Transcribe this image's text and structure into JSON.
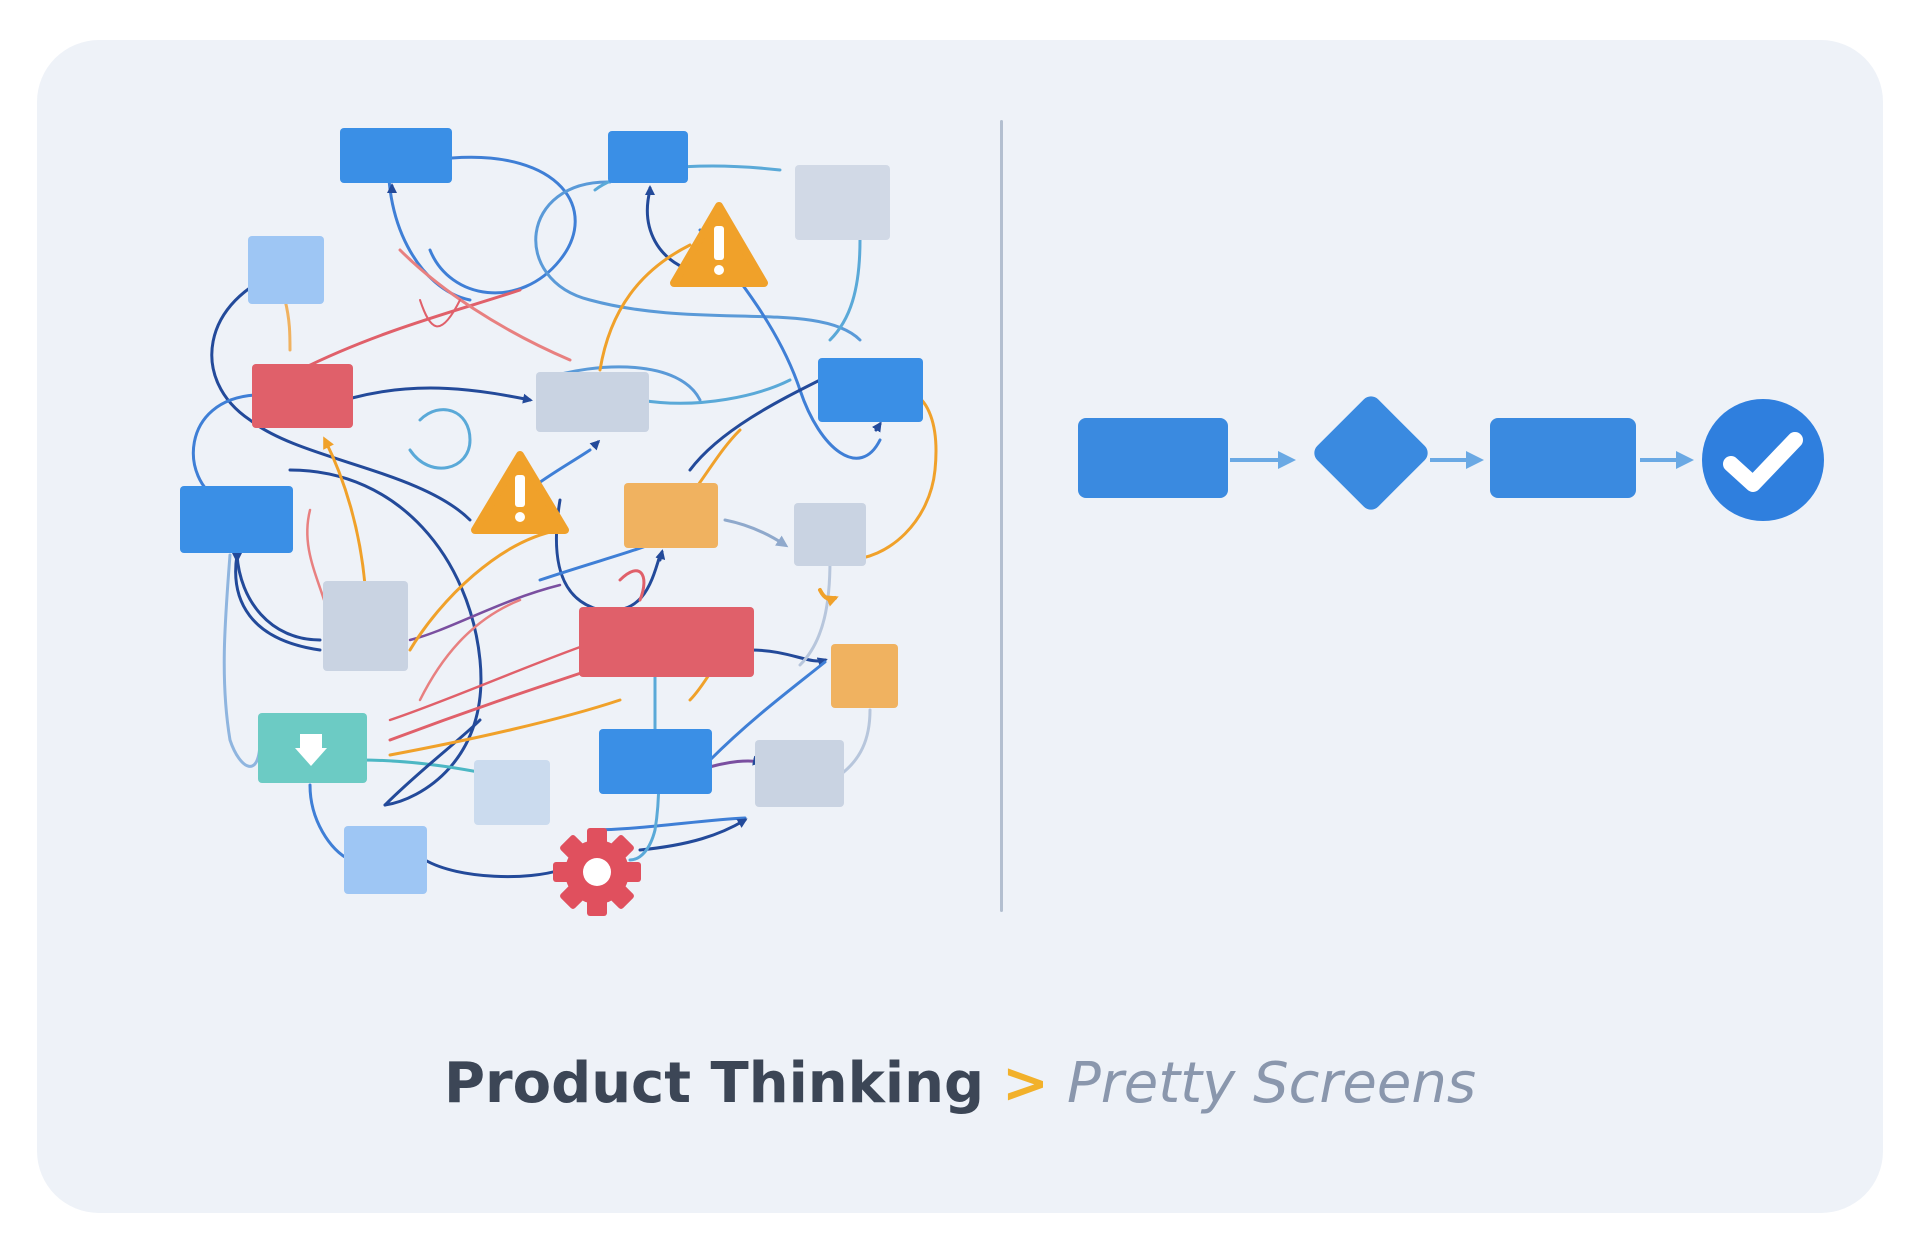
{
  "caption": {
    "lead": "Product Thinking",
    "separator": ">",
    "tail": "Pretty Screens"
  },
  "colors": {
    "background": "#eef2f8",
    "blue": "#3a8fe6",
    "light_blue": "#9ec6f4",
    "gray": "#c9d3e2",
    "red": "#e0606a",
    "orange": "#f0b260",
    "amber": "#f0a12a",
    "teal": "#6ccbc4",
    "navy": "#234a9a",
    "caption_dark": "#3c4656",
    "caption_muted": "#8a97ad",
    "separator": "#f2b12b"
  },
  "chaos_side": {
    "icons": [
      "warning-icon",
      "warning-icon",
      "gear-icon",
      "download-icon"
    ]
  },
  "flow_side": {
    "steps": [
      "process-step",
      "decision-diamond",
      "process-step",
      "check-circle-icon"
    ]
  }
}
